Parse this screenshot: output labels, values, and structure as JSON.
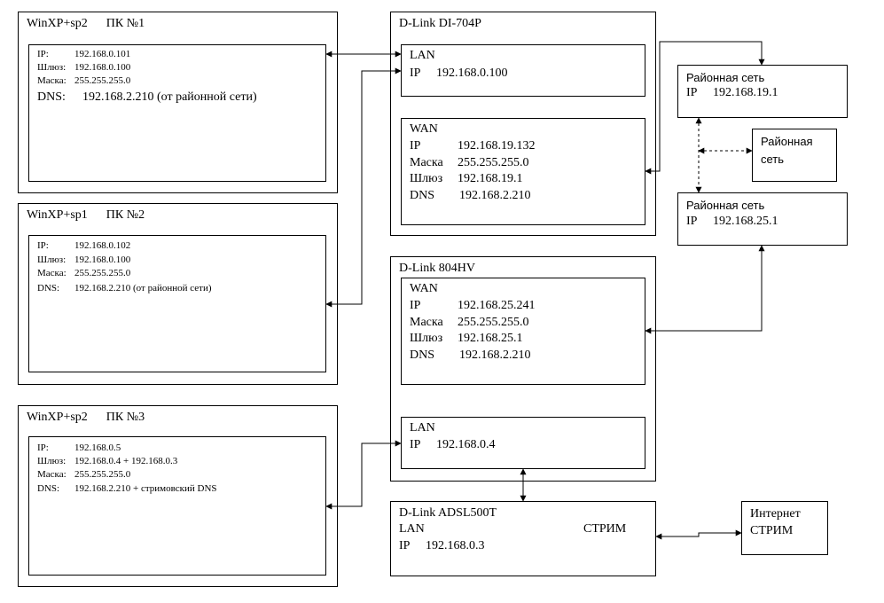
{
  "pc1": {
    "title": "WinXP+sp2      ПК №1",
    "ip_label": "IP:",
    "ip": "192.168.0.101",
    "gw_label": "Шлюз:",
    "gw": "192.168.0.100",
    "mask_label": "Маска:",
    "mask": "255.255.255.0",
    "dns_label": "DNS:",
    "dns": "192.168.2.210 (от районной сети)"
  },
  "pc2": {
    "title": "WinXP+sp1      ПК №2",
    "ip_label": "IP:",
    "ip": "192.168.0.102",
    "gw_label": "Шлюз:",
    "gw": "192.168.0.100",
    "mask_label": "Маска:",
    "mask": "255.255.255.0",
    "dns_label": "DNS:",
    "dns": "192.168.2.210 (от районной сети)"
  },
  "pc3": {
    "title": "WinXP+sp2      ПК №3",
    "ip_label": "IP:",
    "ip": "192.168.0.5",
    "gw_label": "Шлюз:",
    "gw": "192.168.0.4 + 192.168.0.3",
    "mask_label": "Маска:",
    "mask": "255.255.255.0",
    "dns_label": "DNS:",
    "dns": "192.168.2.210 + стримовский DNS"
  },
  "di704": {
    "title": "D-Link DI-704P",
    "lan": {
      "label": "LAN",
      "ip_label": "IP",
      "ip": "192.168.0.100"
    },
    "wan": {
      "label": "WAN",
      "ip_label": "IP",
      "ip": "192.168.19.132",
      "mask_label": "Маска",
      "mask": "255.255.255.0",
      "gw_label": "Шлюз",
      "gw": "192.168.19.1",
      "dns_label": "DNS",
      "dns": "192.168.2.210"
    }
  },
  "dl804": {
    "title": "D-Link 804HV",
    "wan": {
      "label": "WAN",
      "ip_label": "IP",
      "ip": "192.168.25.241",
      "mask_label": "Маска",
      "mask": "255.255.255.0",
      "gw_label": "Шлюз",
      "gw": "192.168.25.1",
      "dns_label": "DNS",
      "dns": "192.168.2.210"
    },
    "lan": {
      "label": "LAN",
      "ip_label": "IP",
      "ip": "192.168.0.4"
    }
  },
  "adsl": {
    "title": "D-Link ADSL500T",
    "lan_label": "LAN",
    "strim_label": "СТРИМ",
    "ip_label": "IP",
    "ip": "192.168.0.3"
  },
  "district1": {
    "title": "Районная сеть",
    "ip_label": "IP",
    "ip": "192.168.19.1"
  },
  "district2": {
    "title": "Районная сеть",
    "ip_label": "IP",
    "ip": "192.168.25.1"
  },
  "district_mid": {
    "line1": "Районная",
    "line2": "сеть"
  },
  "internet": {
    "line1": "Интернет",
    "line2": "СТРИМ"
  }
}
